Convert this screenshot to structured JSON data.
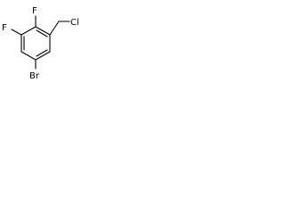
{
  "structure": {
    "atoms": {
      "fluorine_top": "F",
      "fluorine_left": "F",
      "chlorine": "Cl",
      "bromine": "Br"
    },
    "colors": {
      "background": "#ffffff",
      "bond": "#000000",
      "label": "#000000"
    }
  }
}
